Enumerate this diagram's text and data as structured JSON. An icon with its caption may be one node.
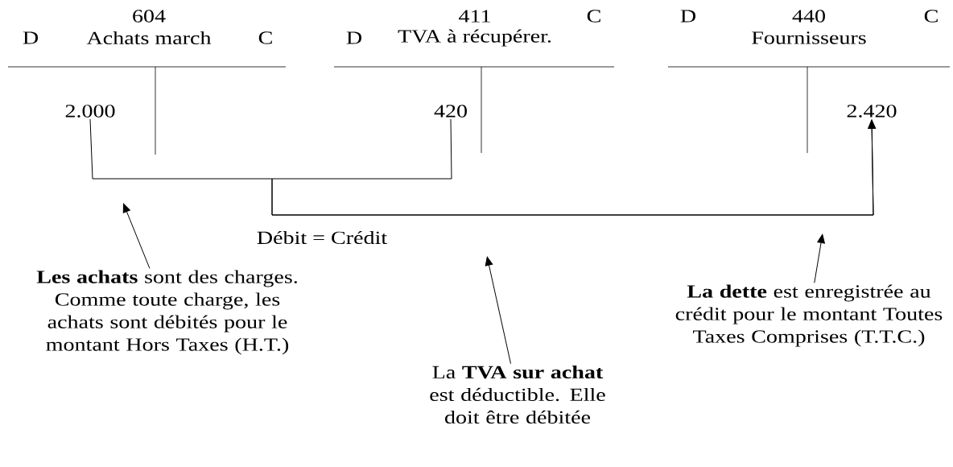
{
  "diagram": {
    "nodes": [
      {
        "text": [
          "2.000"
        ]
      },
      {
        "text": [
          "420"
        ]
      },
      {
        "text": [
          "2.420"
        ]
      },
      {
        "text": [
          "**Les achats** sont des charges. Comme toute charge, les achats sont débités pour le montant Hors Taxes (H.T.)"
        ]
      },
      {
        "text": [
          "La **TVA sur achat** est déductible. Elle doit être débitée"
        ]
      },
      {
        "text": [
          "**La dette** est enregistrée au crédit pour le montant Toutes Taxes Comprises (T.T.C.)"
        ]
      }
    ],
    "edges": [
      {
        "from": 0,
        "to": 2,
        "arrow": "to"
      },
      {
        "from": 1,
        "to": 2,
        "arrow": "to"
      },
      {
        "from": 3,
        "to": null,
        "arrow": "to"
      },
      {
        "from": 4,
        "to": null,
        "arrow": "to"
      },
      {
        "from": 5,
        "to": null,
        "arrow": "to"
      }
    ],
    "labels": [
      "604",
      "411",
      "C",
      "D",
      "440",
      "C",
      "D",
      "Achats march",
      "C",
      "D",
      "TVA à récupérer.",
      "Fournisseurs",
      "Débit = Crédit"
    ]
  }
}
